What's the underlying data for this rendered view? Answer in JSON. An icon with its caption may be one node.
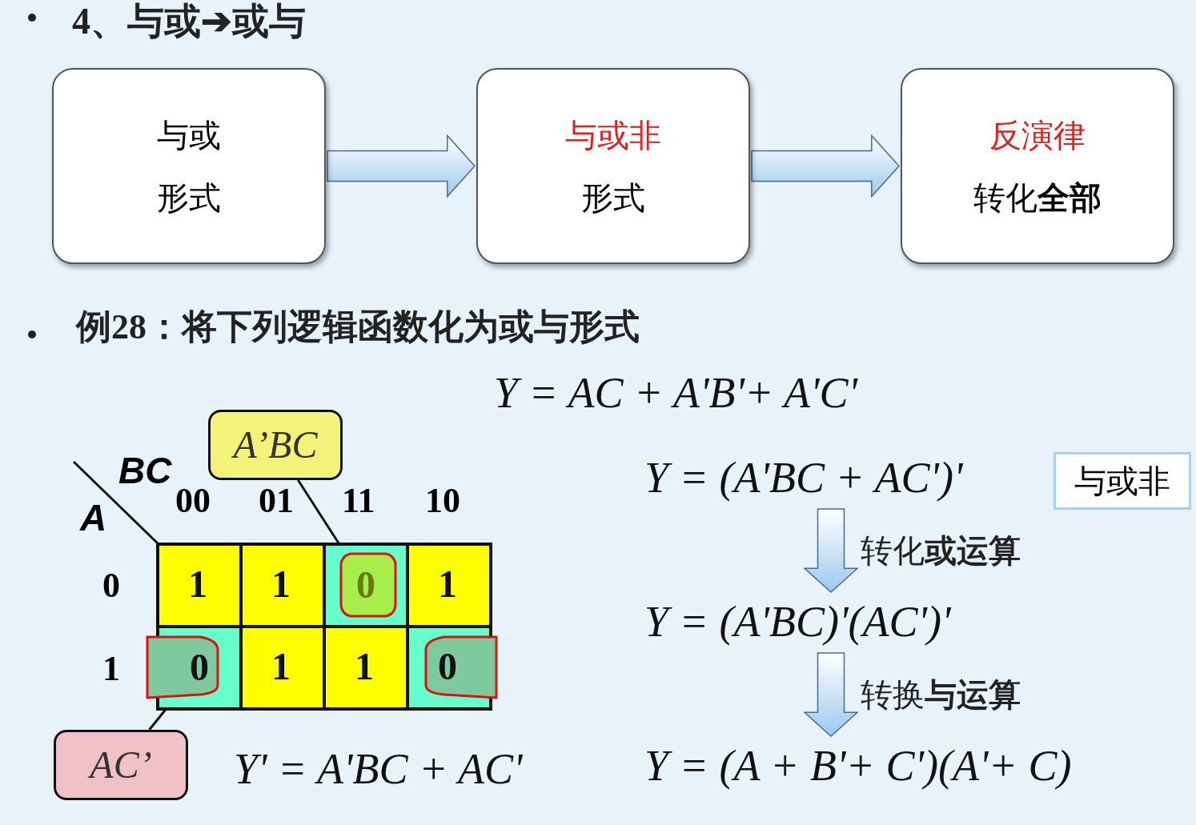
{
  "diagram": {
    "title": "4、与或➔或与",
    "nodes": [
      {
        "text": [
          "与或",
          "形式"
        ]
      },
      {
        "text": [
          "与或非",
          "形式"
        ]
      },
      {
        "text": [
          "反演律",
          "转化**全部**"
        ]
      },
      {
        "text": [
          "A’BC"
        ]
      },
      {
        "text": [
          "AC’"
        ]
      },
      {
        "text": [
          "Y = (A'BC + AC')'"
        ]
      },
      {
        "text": [
          "与或非"
        ]
      },
      {
        "text": [
          "Y = (A'BC)'(AC')'"
        ]
      },
      {
        "text": [
          "Y = (A + B'+ C')(A'+ C)"
        ]
      },
      {
        "text": [
          "0"
        ]
      },
      {
        "text": [
          "0"
        ]
      }
    ],
    "edges": [
      {
        "from": 0,
        "to": 1,
        "arrow": "to"
      },
      {
        "from": 1,
        "to": 2,
        "arrow": "to"
      },
      {
        "from": 3,
        "to": 9,
        "arrow": "none"
      },
      {
        "from": 4,
        "to": 10,
        "arrow": "none"
      },
      {
        "from": 5,
        "to": 7,
        "arrow": "to",
        "label": "转化**或运算**"
      },
      {
        "from": 7,
        "to": 8,
        "arrow": "to",
        "label": "转换**与运算**"
      }
    ],
    "labels": [
      "例28：将下列逻辑函数化为或与形式",
      "Y = AC + A'B'+ A'C'",
      "BC",
      "A",
      "00",
      "01",
      "11",
      "10",
      "0",
      "1",
      "1",
      "1",
      "1",
      "1",
      "1",
      "0",
      "Y' = A'BC + AC'"
    ]
  }
}
